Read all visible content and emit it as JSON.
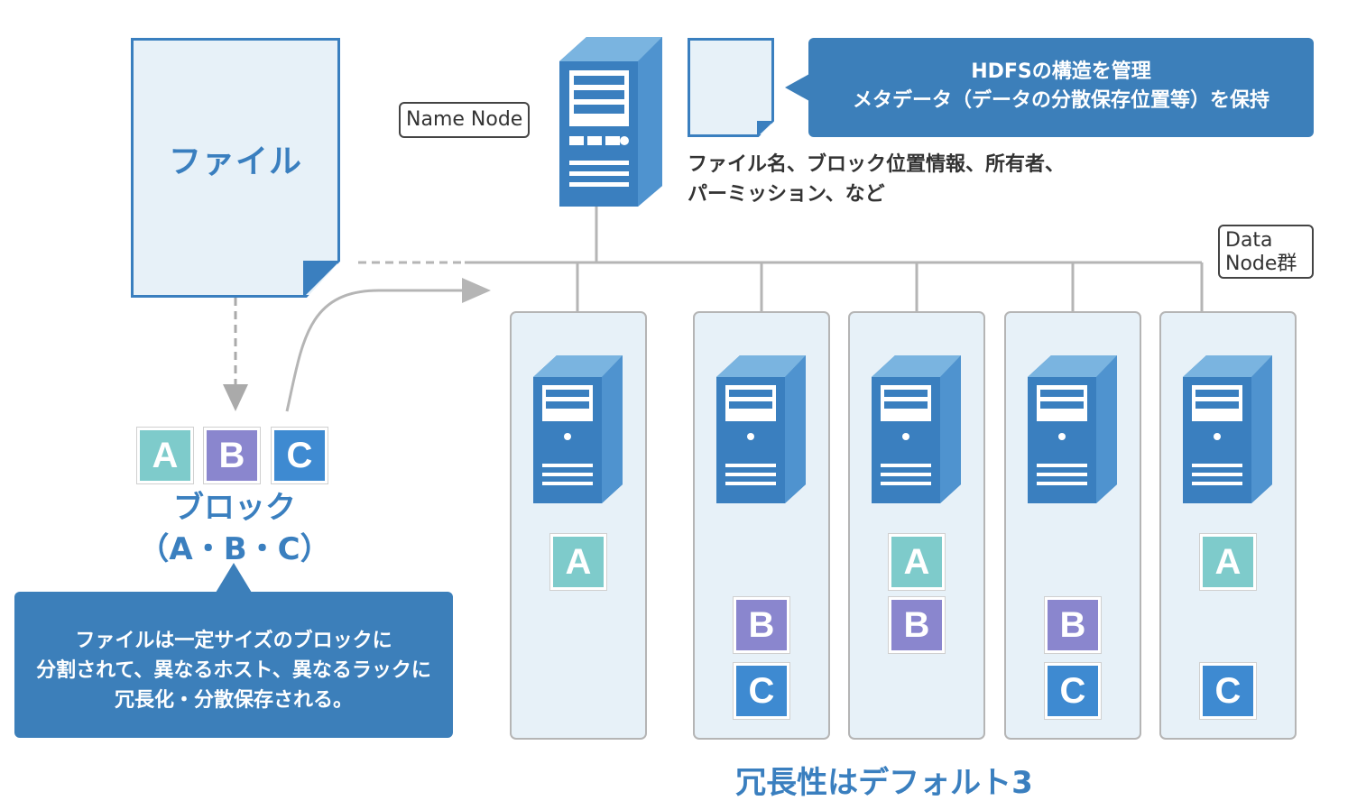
{
  "file": {
    "label": "ファイル"
  },
  "name_node": {
    "label": "Name Node"
  },
  "data_nodes": {
    "label_line1": "Data",
    "label_line2": "Node群",
    "nodes": [
      {
        "blocks": [
          "A"
        ]
      },
      {
        "blocks": [
          "B",
          "C"
        ]
      },
      {
        "blocks": [
          "A",
          "B"
        ]
      },
      {
        "blocks": [
          "B",
          "C"
        ]
      },
      {
        "blocks": [
          "A",
          "C"
        ]
      }
    ]
  },
  "metadata_callout": {
    "line1": "HDFSの構造を管理",
    "line2": "メタデータ（データの分散保存位置等）を保持"
  },
  "metadata_desc": {
    "line1": "ファイル名、ブロック位置情報、所有者、",
    "line2": "パーミッション、など"
  },
  "blocks": {
    "items": [
      "A",
      "B",
      "C"
    ],
    "title_line1": "ブロック",
    "title_line2": "（A・B・C）"
  },
  "block_callout": {
    "line1": "ファイルは一定サイズのブロックに",
    "line2": "分割されて、異なるホスト、異なるラックに",
    "line3": "冗長化・分散保存される。"
  },
  "footer": {
    "label": "冗長性はデフォルト3"
  },
  "colors": {
    "primary_blue": "#3a7fbf",
    "block_A": "#7ecbcb",
    "block_B": "#8a86ce",
    "block_C": "#3e8ad1",
    "panel_bg": "#e7f1f8"
  }
}
